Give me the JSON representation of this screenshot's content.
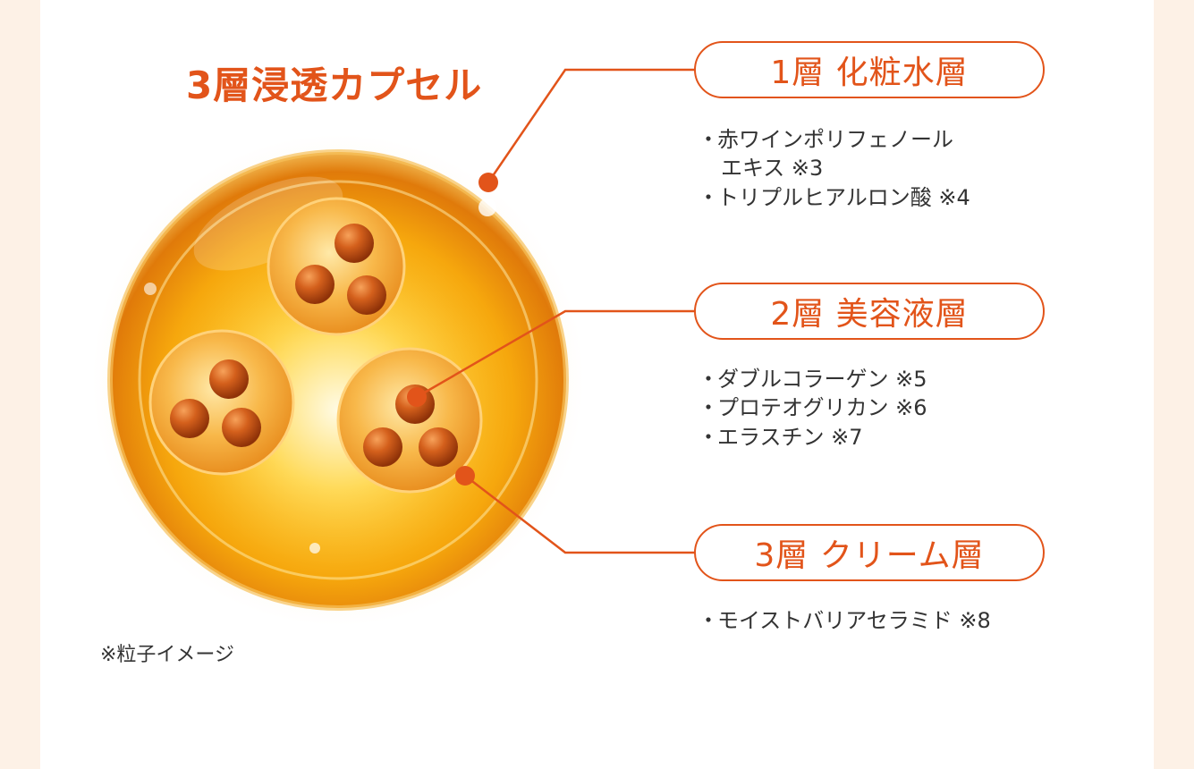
{
  "title": "3層浸透カプセル",
  "note": "※粒子イメージ",
  "layers": [
    {
      "label": "1層 化粧水層",
      "items": [
        "赤ワインポリフェノール",
        "エキス ※3",
        "トリプルヒアルロン酸 ※4"
      ]
    },
    {
      "label": "2層 美容液層",
      "items": [
        "ダブルコラーゲン ※5",
        "プロテオグリカン ※6",
        "エラスチン ※7"
      ]
    },
    {
      "label": "3層 クリーム層",
      "items": [
        "モイストバリアセラミド ※8"
      ]
    }
  ],
  "colors": {
    "accent": "#e2541a",
    "capsule_gold": "#f6a70d",
    "particle": "#c8541a",
    "background": "#fdf1e6"
  }
}
